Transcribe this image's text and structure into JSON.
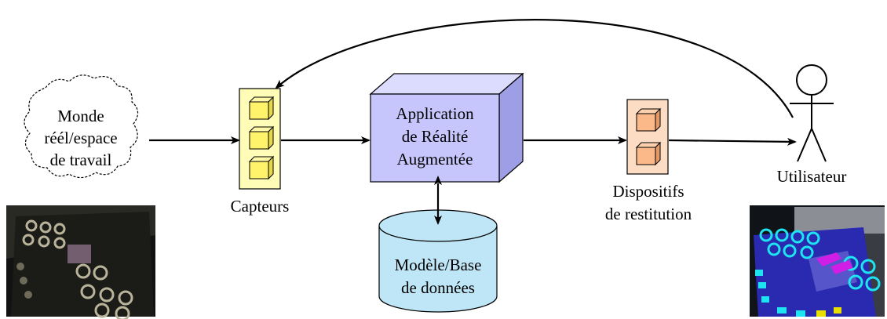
{
  "nodes": {
    "world": {
      "lines": [
        "Monde",
        "réél/espace",
        "de travail"
      ]
    },
    "sensors": {
      "label": "Capteurs"
    },
    "app": {
      "lines": [
        "Application",
        "de Réalité",
        "Augmentée"
      ]
    },
    "database": {
      "lines": [
        "Modèle/Base",
        "de données"
      ]
    },
    "output": {
      "lines": [
        "Dispositifs",
        "de restitution"
      ]
    },
    "user": {
      "label": "Utilisateur"
    }
  },
  "colors": {
    "sensor_fill": "#fefcb6",
    "sensor_cube": "#fff36b",
    "output_fill": "#fddcc4",
    "output_cube": "#fbb888",
    "app_front": "#c6c6fd",
    "app_top": "#dcdcff",
    "app_side": "#9e9ee6",
    "db_fill": "#bfe6f6",
    "photo_left_bg": "#121212",
    "photo_right_bg": "#101418",
    "accent_cyan": "#1ee3f0",
    "accent_magenta": "#d01ee6",
    "panel_blue": "#2a2ab0"
  },
  "photos": {
    "left": "raw-workspace-photo",
    "right": "augmented-workspace-photo"
  }
}
